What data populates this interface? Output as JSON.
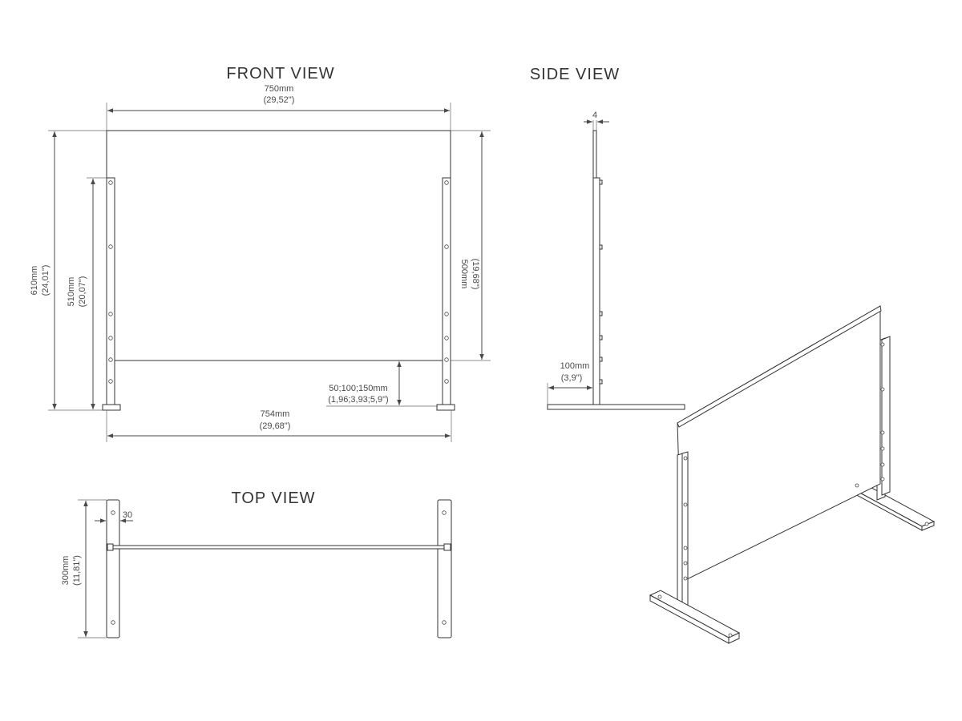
{
  "views": {
    "front": "FRONT VIEW",
    "side": "SIDE VIEW",
    "top": "TOP VIEW"
  },
  "front_dims": {
    "top_width_mm": "750mm",
    "top_width_in": "(29,52\")",
    "total_height_mm": "610mm",
    "total_height_in": "(24,01\")",
    "leg_height_mm": "510mm",
    "leg_height_in": "(20,07\")",
    "panel_height_mm": "500mm",
    "panel_height_in": "(19,68\")",
    "clearance_mm": "50;100;150mm",
    "clearance_in": "(1,96;3,93;5,9\")",
    "bottom_width_mm": "754mm",
    "bottom_width_in": "(29,68\")"
  },
  "side_dims": {
    "thickness": "4",
    "foot_mm": "100mm",
    "foot_in": "(3,9\")"
  },
  "top_dims": {
    "width": "30",
    "depth_mm": "300mm",
    "depth_in": "(11,81\")"
  }
}
